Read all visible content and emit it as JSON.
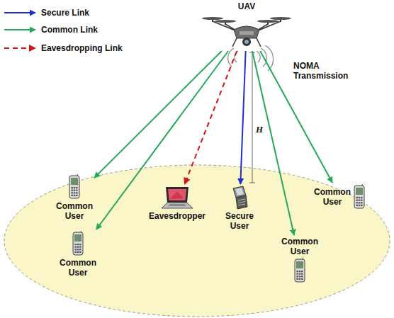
{
  "diagram": {
    "nodes": [
      {
        "text": [
          "UAV"
        ]
      },
      {
        "text": [
          "Common User"
        ]
      },
      {
        "text": [
          "Common User"
        ]
      },
      {
        "text": [
          "Eavesdropper"
        ]
      },
      {
        "text": [
          "Secure User"
        ]
      },
      {
        "text": [
          "Common User"
        ]
      },
      {
        "text": [
          "Common User"
        ]
      }
    ],
    "edges": [
      {
        "from": 0,
        "to": 1,
        "arrow": "to"
      },
      {
        "from": 0,
        "to": 2,
        "arrow": "to"
      },
      {
        "from": 0,
        "to": 3,
        "arrow": "to"
      },
      {
        "from": 0,
        "to": 4,
        "arrow": "to"
      },
      {
        "from": 0,
        "to": 5,
        "arrow": "to"
      },
      {
        "from": 0,
        "to": 6,
        "arrow": "to"
      }
    ],
    "labels": [
      "NOMA Transmission",
      "H"
    ],
    "legend": [
      {
        "text": "Secure Link"
      },
      {
        "text": "Common Link"
      },
      {
        "text": "Eavesdropping Link"
      }
    ]
  }
}
